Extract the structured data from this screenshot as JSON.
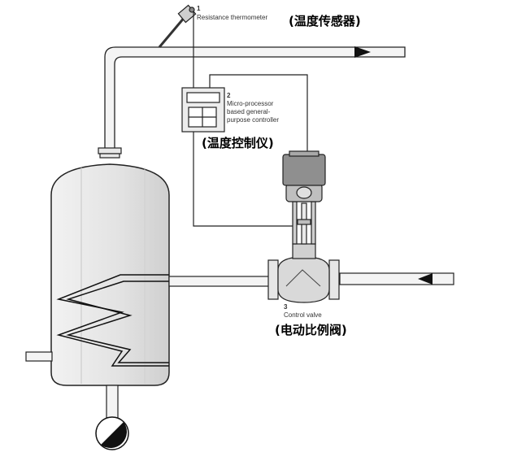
{
  "labels": {
    "thermometer_num": "1",
    "thermometer_en": "Resistance thermometer",
    "thermometer_cn": "(温度传感器)",
    "controller_num": "2",
    "controller_en_1": "Micro-processor",
    "controller_en_2": "based general-",
    "controller_en_3": "purpose controller",
    "controller_cn": "(温度控制仪)",
    "valve_num": "3",
    "valve_en": "Control valve",
    "valve_cn": "(电动比例阀)"
  }
}
